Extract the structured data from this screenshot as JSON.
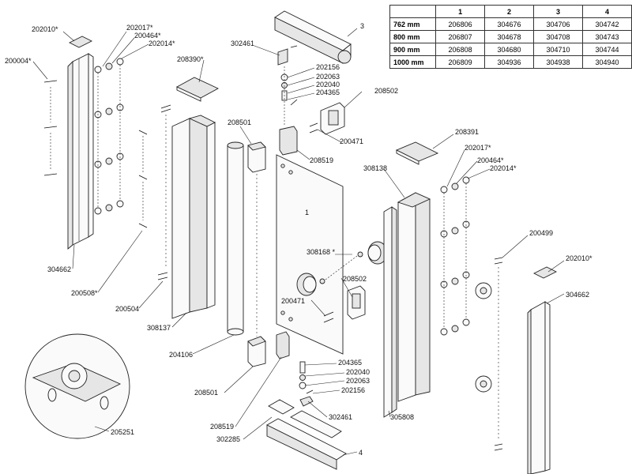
{
  "table": {
    "headers": [
      "",
      "1",
      "2",
      "3",
      "4"
    ],
    "rows": [
      {
        "size": "762 mm",
        "values": [
          "206806",
          "304676",
          "304706",
          "304742"
        ]
      },
      {
        "size": "800 mm",
        "values": [
          "206807",
          "304678",
          "304708",
          "304743"
        ]
      },
      {
        "size": "900 mm",
        "values": [
          "206808",
          "304680",
          "304710",
          "304744"
        ]
      },
      {
        "size": "1000 mm",
        "values": [
          "206809",
          "304936",
          "304938",
          "304940"
        ]
      }
    ]
  },
  "labels": {
    "l202010a": "202010*",
    "l202017a": "202017*",
    "l200464a": "200464*",
    "l202014a": "202014*",
    "l200004": "200004*",
    "l208390": "208390*",
    "l302461a": "302461",
    "l3": "3",
    "l202156a": "202156",
    "l202063a": "202063",
    "l202040a": "202040",
    "l204365a": "204365",
    "l208502a": "208502",
    "l208501a": "208501",
    "l200471a": "200471",
    "l208519a": "208519",
    "l208391": "208391",
    "l202017b": "202017*",
    "l200464b": "200464*",
    "l202014b": "202014*",
    "l308138": "308138",
    "l1": "1",
    "l308168": "308168 *",
    "l208502b": "208502",
    "l200471b": "200471",
    "l200499": "200499",
    "l202010b": "202010*",
    "l304662a": "304662",
    "l304662b": "304662",
    "l200508": "200508*",
    "l200504": "200504",
    "l308137": "308137",
    "l204106": "204106",
    "l208501b": "208501",
    "l204365b": "204365",
    "l202040b": "202040",
    "l202063b": "202063",
    "l202156b": "202156",
    "l302461b": "302461",
    "l305808": "305808",
    "l205251": "205251",
    "l208519b": "208519",
    "l302285": "302285",
    "l4": "4"
  }
}
